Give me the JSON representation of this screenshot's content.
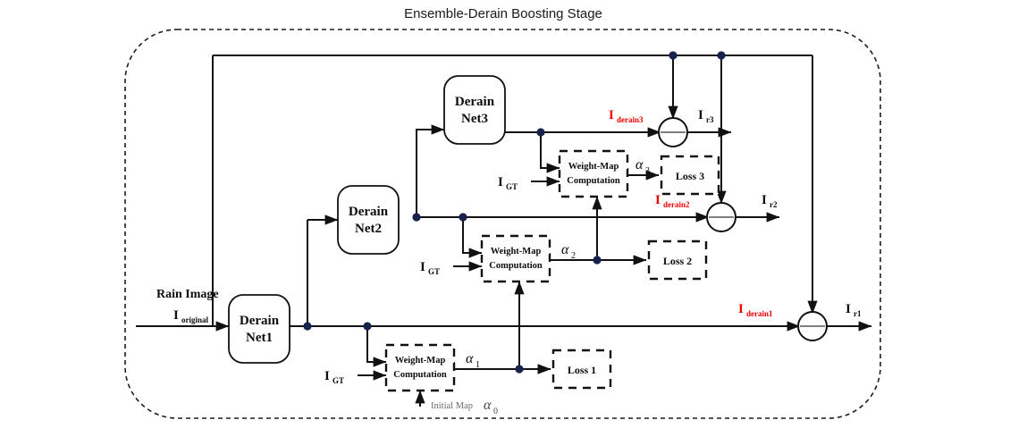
{
  "title": "Ensemble-Derain Boosting Stage",
  "inputs": {
    "rain_image_label": "Rain Image",
    "rain_image_symbol": "I",
    "rain_image_subscript": "original",
    "gt_symbol": "I",
    "gt_subscript": "GT",
    "initial_map_label": "Initial Map",
    "initial_map_symbol": "α",
    "initial_map_subscript": "0"
  },
  "networks": [
    {
      "name": "derain-net1",
      "line1": "Derain",
      "line2": "Net1"
    },
    {
      "name": "derain-net2",
      "line1": "Derain",
      "line2": "Net2"
    },
    {
      "name": "derain-net3",
      "line1": "Derain",
      "line2": "Net3"
    }
  ],
  "weight_map_blocks": [
    {
      "name": "weight-map-computation-1",
      "line1": "Weight-Map",
      "line2": "Computation"
    },
    {
      "name": "weight-map-computation-2",
      "line1": "Weight-Map",
      "line2": "Computation"
    },
    {
      "name": "weight-map-computation-3",
      "line1": "Weight-Map",
      "line2": "Computation"
    }
  ],
  "loss_blocks": [
    {
      "name": "loss-1",
      "label": "Loss 1"
    },
    {
      "name": "loss-2",
      "label": "Loss 2"
    },
    {
      "name": "loss-3",
      "label": "Loss 3"
    }
  ],
  "alphas": [
    {
      "symbol": "α",
      "subscript": "1"
    },
    {
      "symbol": "α",
      "subscript": "2"
    },
    {
      "symbol": "α",
      "subscript": "3"
    }
  ],
  "derain_outputs": [
    {
      "symbol": "I",
      "subscript": "derain1",
      "color": "#ee0000"
    },
    {
      "symbol": "I",
      "subscript": "derain2",
      "color": "#ee0000"
    },
    {
      "symbol": "I",
      "subscript": "derain3",
      "color": "#ee0000"
    }
  ],
  "residual_outputs": [
    {
      "symbol": "I",
      "subscript": "r1"
    },
    {
      "symbol": "I",
      "subscript": "r2"
    },
    {
      "symbol": "I",
      "subscript": "r3"
    }
  ],
  "colors": {
    "line": "#111111",
    "accent_red": "#ee0000",
    "junction_dot": "#17224d",
    "gray_text": "#6b6b6b",
    "background": "#ffffff"
  }
}
